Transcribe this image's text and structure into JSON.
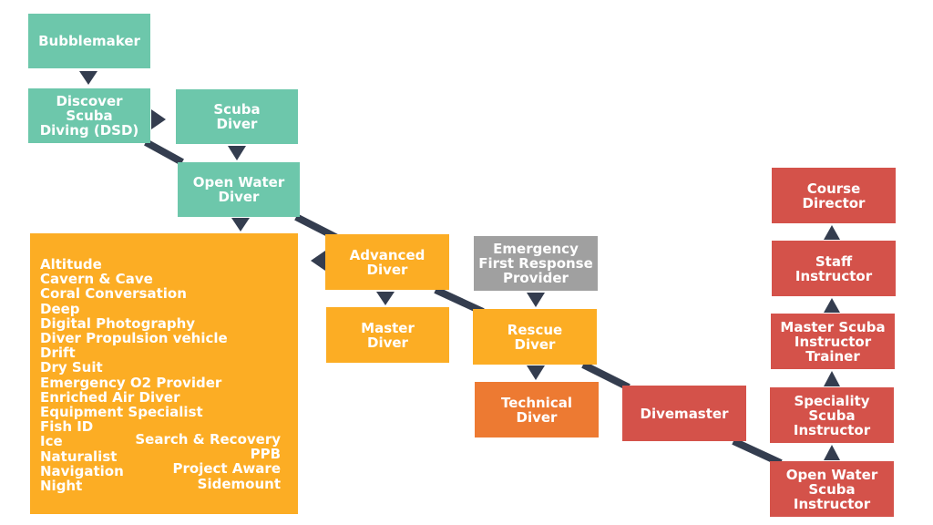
{
  "colors": {
    "teal": "#6dc7ab",
    "amber": "#fcad24",
    "orange": "#ed7a32",
    "red": "#d4524a",
    "gray": "#a0a0a0",
    "connector": "#343d4f"
  },
  "courses": {
    "bubblemaker": "Bubblemaker",
    "discover_scuba": "Discover Scuba\nDiving (DSD)",
    "scuba_diver": "Scuba\nDiver",
    "open_water": "Open Water\nDiver",
    "advanced": "Advanced\nDiver",
    "master_diver": "Master\nDiver",
    "efr": "Emergency\nFirst Response\nProvider",
    "rescue": "Rescue\nDiver",
    "technical": "Technical\nDiver",
    "divemaster": "Divemaster",
    "course_director": "Course\nDirector",
    "staff_instructor": "Staff\nInstructor",
    "master_scuba_trainer": "Master Scuba\nInstructor\nTrainer",
    "speciality_instructor": "Speciality\nScuba Instructor",
    "open_water_instructor": "Open Water\nScuba Instructor"
  },
  "specialties": {
    "left": [
      "Altitude",
      "Cavern & Cave",
      "Coral Conversation",
      "Deep",
      "Digital Photography",
      "Diver Propulsion vehicle",
      "Drift",
      "Dry Suit",
      "Emergency O2 Provider",
      "Enriched Air Diver",
      "Equipment Specialist",
      "Fish ID",
      "Ice",
      "Naturalist",
      "Navigation",
      "Night"
    ],
    "right": [
      "Search & Recovery",
      "PPB",
      "Project Aware",
      "Sidemount"
    ]
  }
}
